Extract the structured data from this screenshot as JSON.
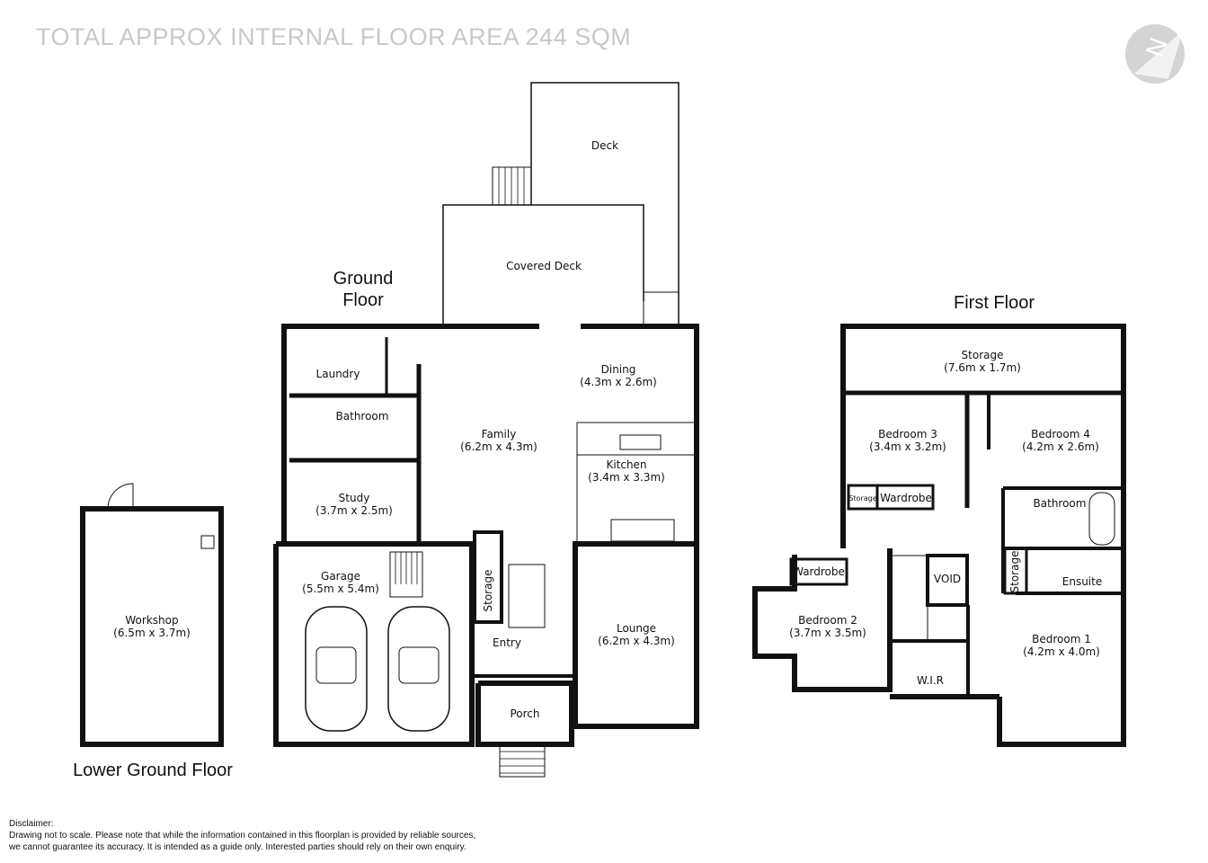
{
  "header": {
    "title": "TOTAL APPROX INTERNAL FLOOR AREA  244 SQM",
    "compass_icon": "north-arrow-icon",
    "compass_letter": "N"
  },
  "floors": {
    "lower_ground": {
      "name": "Lower Ground Floor",
      "rooms": [
        {
          "name": "Workshop",
          "size": "(6.5m x 3.7m)"
        }
      ]
    },
    "ground": {
      "name_line1": "Ground",
      "name_line2": "Floor",
      "rooms": [
        {
          "name": "Deck"
        },
        {
          "name": "Covered Deck"
        },
        {
          "name": "Laundry"
        },
        {
          "name": "Bathroom"
        },
        {
          "name": "Study",
          "size": "(3.7m x 2.5m)"
        },
        {
          "name": "Family",
          "size": "(6.2m x 4.3m)"
        },
        {
          "name": "Dining",
          "size": "(4.3m x 2.6m)"
        },
        {
          "name": "Kitchen",
          "size": "(3.4m x 3.3m)"
        },
        {
          "name": "Garage",
          "size": "(5.5m x 5.4m)"
        },
        {
          "name": "Storage"
        },
        {
          "name": "Entry"
        },
        {
          "name": "Porch"
        },
        {
          "name": "Lounge",
          "size": "(6.2m x 4.3m)"
        }
      ]
    },
    "first": {
      "name": "First Floor",
      "rooms": [
        {
          "name": "Storage",
          "size": "(7.6m x 1.7m)"
        },
        {
          "name": "Bedroom 3",
          "size": "(3.4m x 3.2m)"
        },
        {
          "name": "Bedroom 4",
          "size": "(4.2m x 2.6m)"
        },
        {
          "name": "Storage"
        },
        {
          "name": "Wardrobe"
        },
        {
          "name": "Bathroom"
        },
        {
          "name": "Wardrobe"
        },
        {
          "name": "VOID"
        },
        {
          "name": "Storage"
        },
        {
          "name": "Ensuite"
        },
        {
          "name": "Bedroom 2",
          "size": "(3.7m x 3.5m)"
        },
        {
          "name": "Bedroom 1",
          "size": "(4.2m x 4.0m)"
        },
        {
          "name": "W.I.R"
        }
      ]
    }
  },
  "disclaimer": {
    "heading": "Disclaimer:",
    "line1": "Drawing not to scale. Please note that while the information contained in this floorplan is provided by reliable sources,",
    "line2": "we cannot guarantee its accuracy. It is intended as a guide only. Interested parties should rely on their  own enquiry."
  }
}
